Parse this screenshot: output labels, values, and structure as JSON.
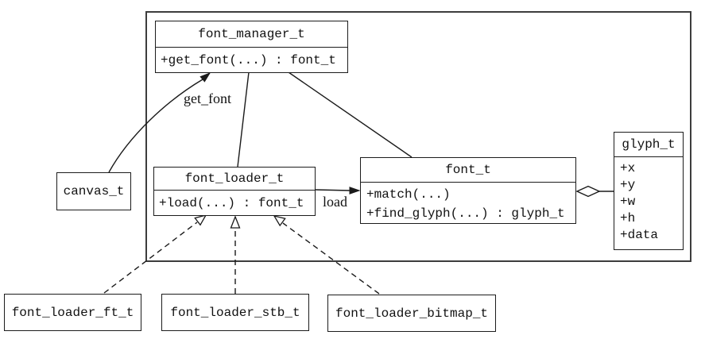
{
  "diagram": {
    "classes": {
      "font_manager_t": {
        "name": "font_manager_t",
        "members": [
          "+get_font(...) : font_t"
        ]
      },
      "canvas_t": {
        "name": "canvas_t"
      },
      "font_loader_t": {
        "name": "font_loader_t",
        "members": [
          "+load(...) : font_t"
        ]
      },
      "font_t": {
        "name": "font_t",
        "members": [
          "+match(...)",
          "+find_glyph(...) : glyph_t"
        ]
      },
      "glyph_t": {
        "name": "glyph_t",
        "members": [
          "+x",
          "+y",
          "+w",
          "+h",
          "+data"
        ]
      },
      "font_loader_ft_t": {
        "name": "font_loader_ft_t"
      },
      "font_loader_stb_t": {
        "name": "font_loader_stb_t"
      },
      "font_loader_bitmap_t": {
        "name": "font_loader_bitmap_t"
      }
    },
    "edge_labels": {
      "canvas_to_manager": "get_font",
      "loader_to_font": "load"
    },
    "colors": {
      "line": "#1a1a1a",
      "background": "#ffffff"
    }
  }
}
